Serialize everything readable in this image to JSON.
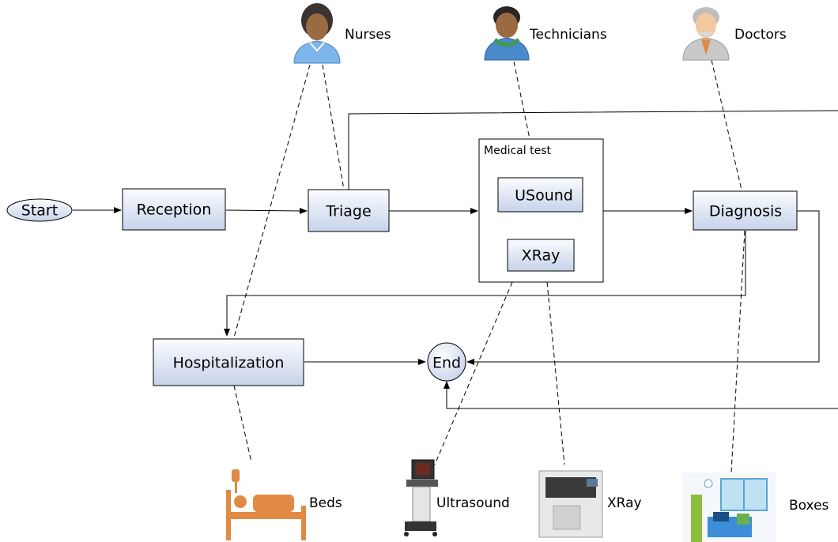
{
  "nodes": {
    "start": "Start",
    "reception": "Reception",
    "triage": "Triage",
    "medical_test": "Medical test",
    "usound": "USound",
    "xray_test": "XRay",
    "diagnosis": "Diagnosis",
    "hospitalization": "Hospitalization",
    "end": "End"
  },
  "staff": {
    "nurses": "Nurses",
    "technicians": "Technicians",
    "doctors": "Doctors"
  },
  "resources": {
    "beds": "Beds",
    "ultrasound": "Ultrasound",
    "xray": "XRay",
    "boxes": "Boxes"
  },
  "colors": {
    "box_top": "#fafcff",
    "box_bottom": "#c7d3ea",
    "bed_orange": "#e08a43",
    "nurse_blue": "#7cb6ea",
    "tech_green": "#3f9a52",
    "doctor_grey": "#bdbdbd"
  }
}
